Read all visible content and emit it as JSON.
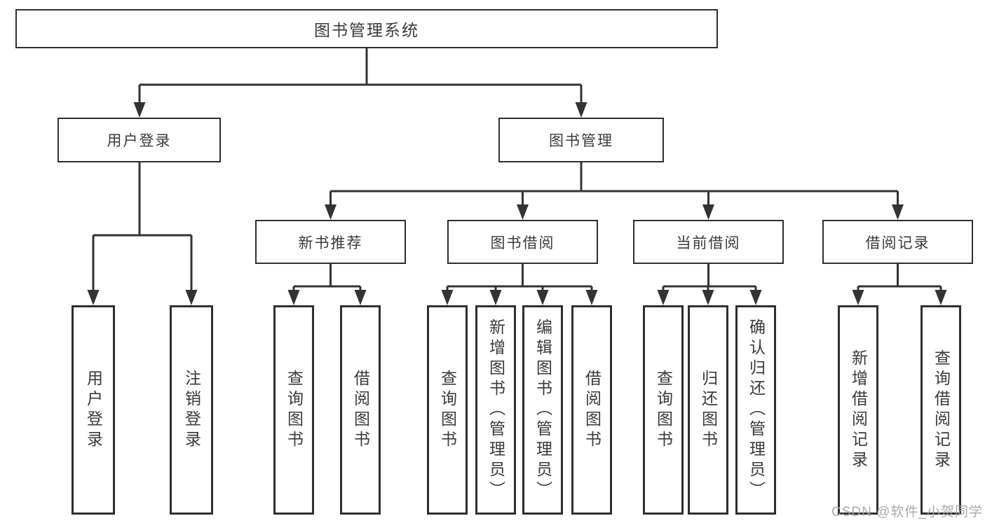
{
  "diagram": {
    "type": "hierarchy-tree",
    "colors": {
      "line": "#333333",
      "box_border": "#2f2f2f",
      "text": "#3a3a3a",
      "background": "#ffffff",
      "watermark": "#a5a5a5"
    },
    "tree": {
      "label": "图书管理系统",
      "children": [
        {
          "label": "用户登录",
          "children": [
            {
              "label": "用户登录"
            },
            {
              "label": "注销登录"
            }
          ]
        },
        {
          "label": "图书管理",
          "children": [
            {
              "label": "新书推荐",
              "children": [
                {
                  "label": "查询图书"
                },
                {
                  "label": "借阅图书"
                }
              ]
            },
            {
              "label": "图书借阅",
              "children": [
                {
                  "label": "查询图书"
                },
                {
                  "label": "新增图书（管理员）"
                },
                {
                  "label": "编辑图书（管理员）"
                },
                {
                  "label": "借阅图书"
                }
              ]
            },
            {
              "label": "当前借阅",
              "children": [
                {
                  "label": "查询图书"
                },
                {
                  "label": "归还图书"
                },
                {
                  "label": "确认归还（管理员）"
                }
              ]
            },
            {
              "label": "借阅记录",
              "children": [
                {
                  "label": "新增借阅记录"
                },
                {
                  "label": "查询借阅记录"
                }
              ]
            }
          ]
        }
      ]
    },
    "watermark": "CSDN @软件_小贺同学"
  }
}
